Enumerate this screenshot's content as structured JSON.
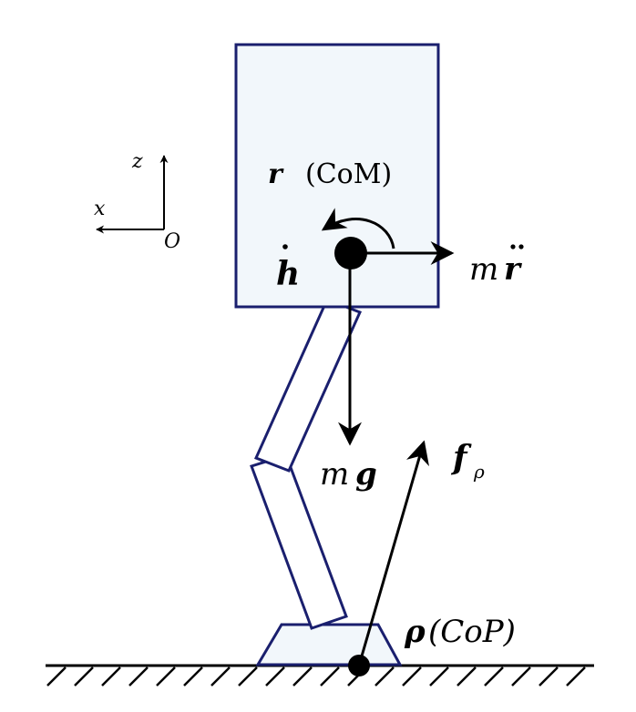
{
  "colors": {
    "outline": "#1a1f6e",
    "fill": "#f2f7fb",
    "ink": "#000000"
  },
  "labels": {
    "axis_z": "z",
    "axis_x": "x",
    "origin": "O",
    "com_symbol": "r",
    "com_paren": "(CoM)",
    "hdot_symbol": "h",
    "mass_m_acc": "m",
    "acc_symbol": "r",
    "mass_m_g": "m",
    "gravity_symbol": "g",
    "force_symbol": "f",
    "force_subscript": "ρ",
    "cop_symbol": "ρ",
    "cop_paren": "(CoP)"
  }
}
